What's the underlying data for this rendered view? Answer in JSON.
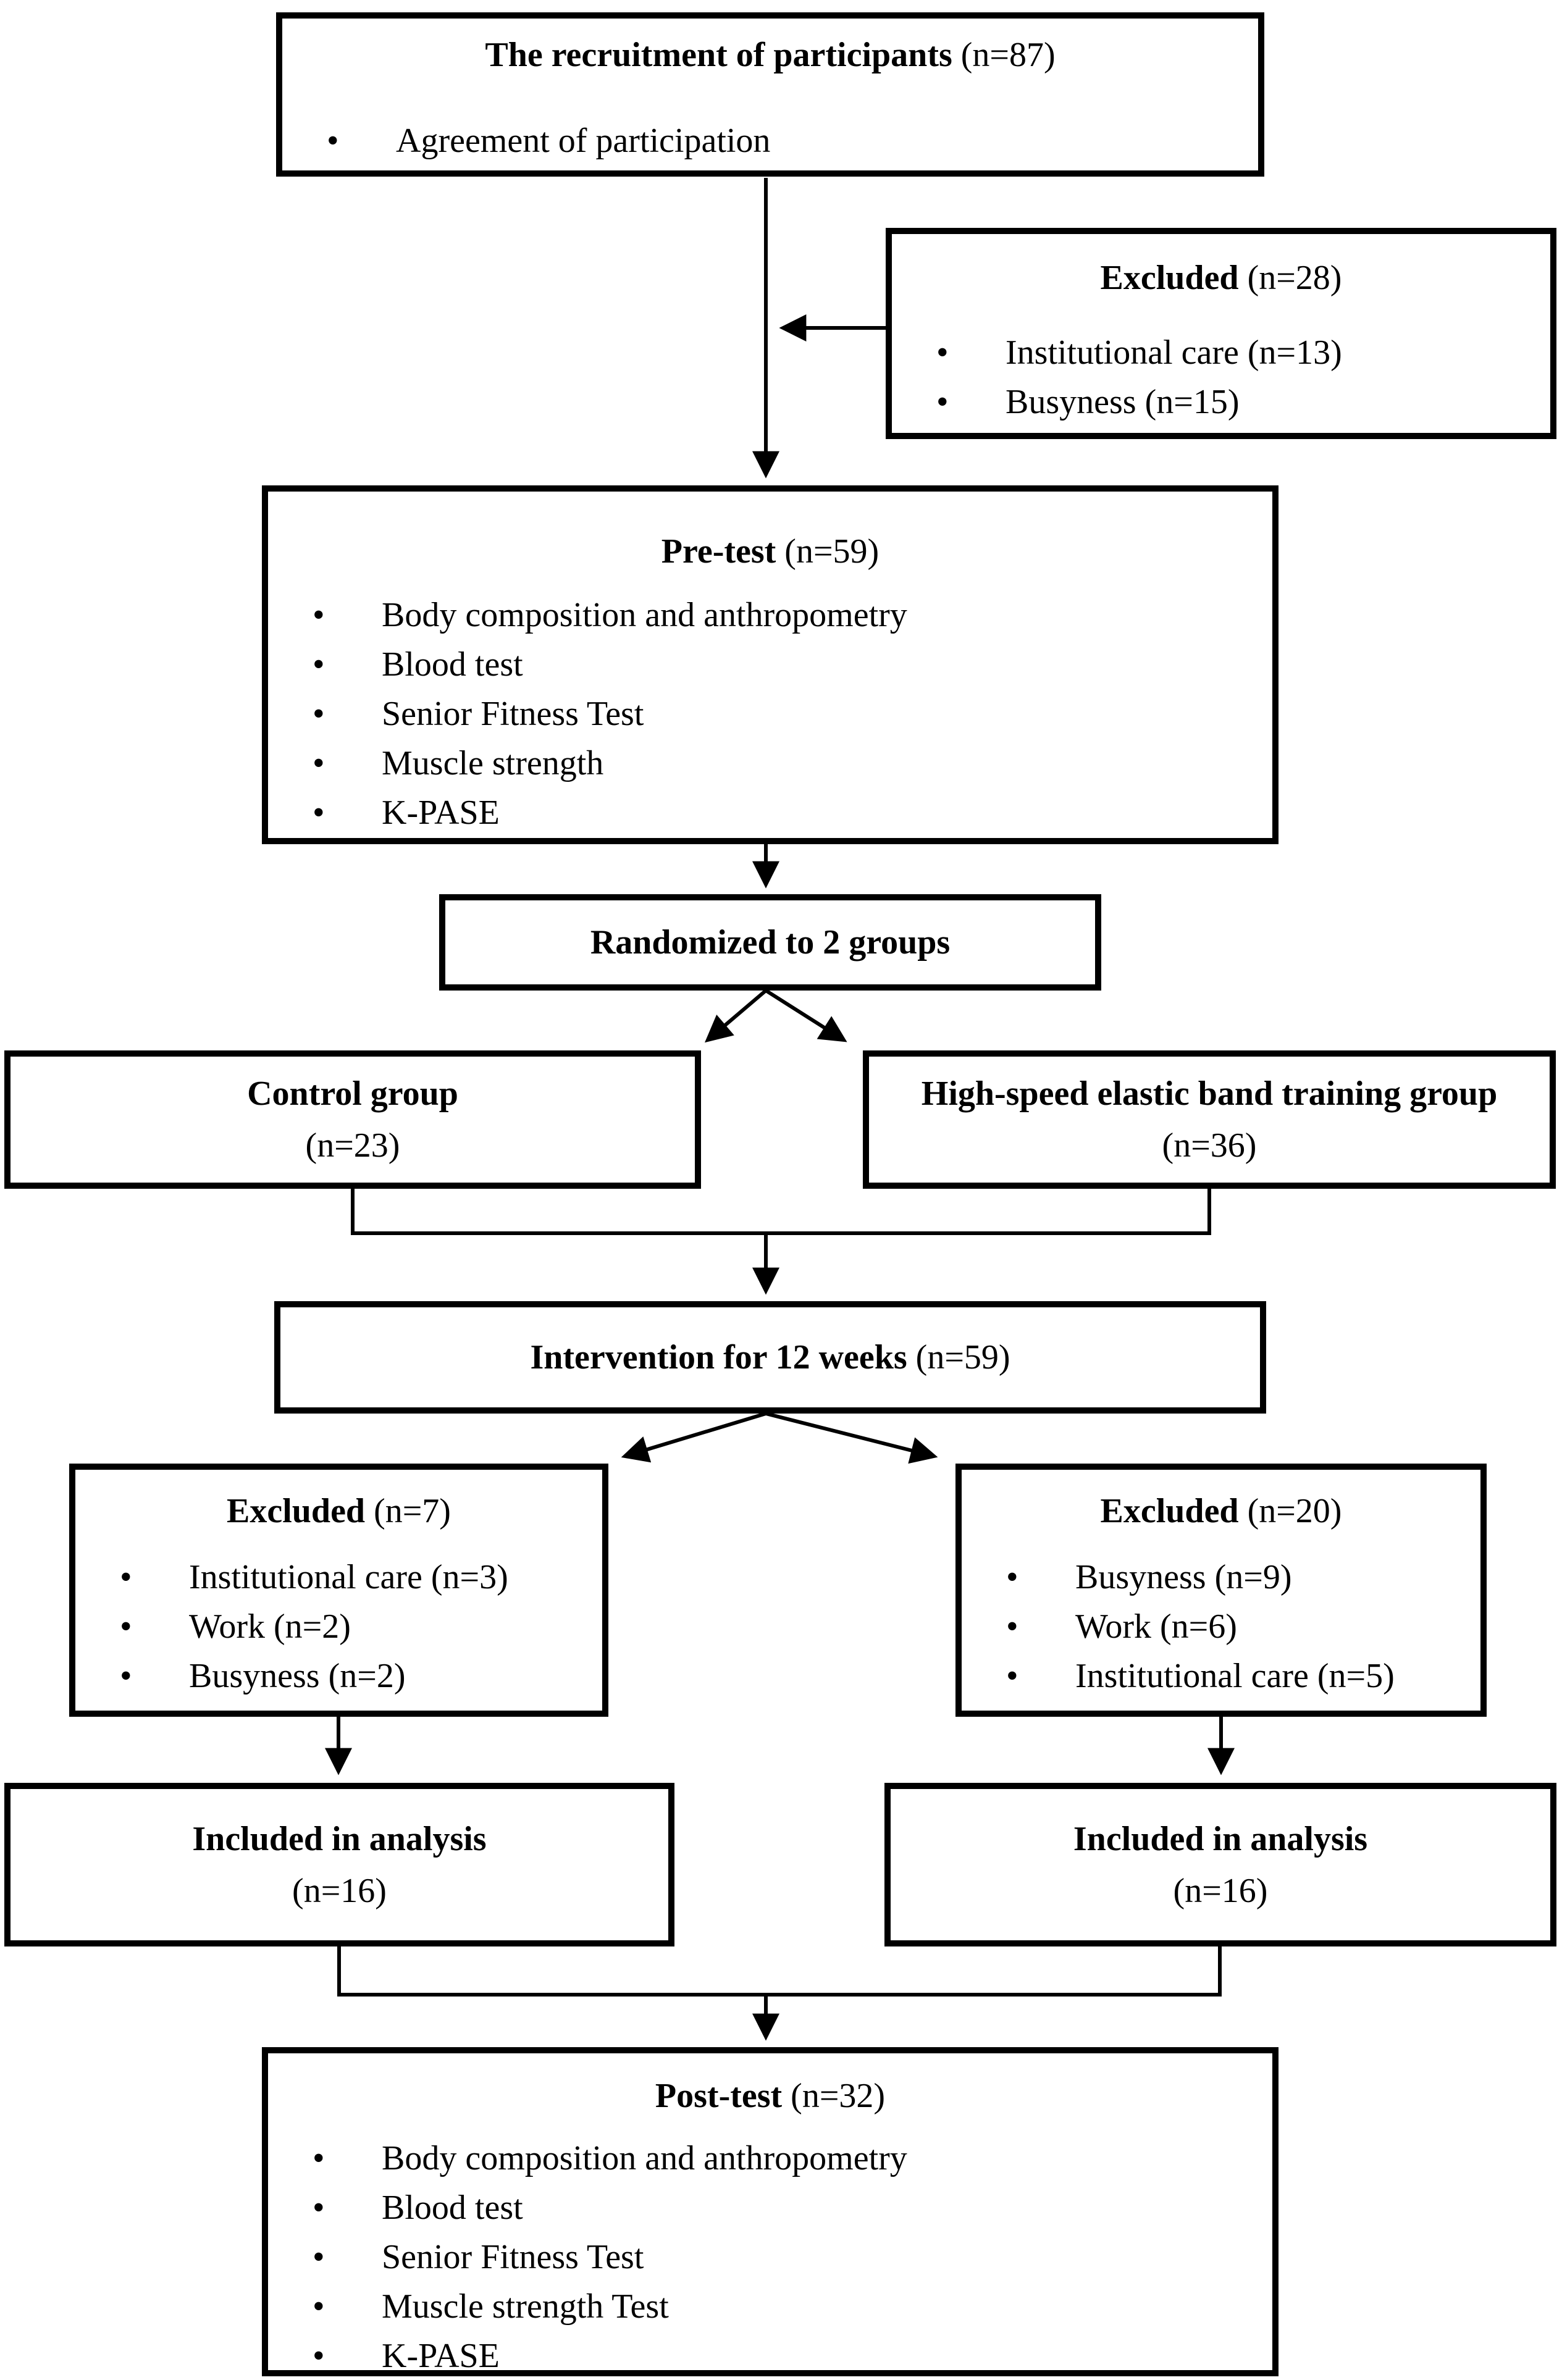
{
  "colors": {
    "line": "#000000",
    "background": "#ffffff",
    "text": "#000000"
  },
  "boxes": {
    "recruitment": {
      "title_bold": "The recruitment of participants",
      "title_rest": " (n=87)",
      "bullets": [
        "Agreement of participation"
      ]
    },
    "excluded_initial": {
      "title_bold": "Excluded",
      "title_rest": " (n=28)",
      "bullets": [
        "Institutional care (n=13)",
        "Busyness (n=15)"
      ]
    },
    "pretest": {
      "title_bold": "Pre-test",
      "title_rest": " (n=59)",
      "bullets": [
        "Body composition and anthropometry",
        "Blood test",
        "Senior Fitness Test",
        "Muscle strength",
        "K-PASE"
      ]
    },
    "randomized": {
      "title_bold": "Randomized to 2 groups",
      "title_rest": ""
    },
    "control": {
      "title_bold": "Control group",
      "subtitle": "(n=23)"
    },
    "highspeed": {
      "title_bold": "High-speed elastic band training group",
      "subtitle": "(n=36)"
    },
    "intervention": {
      "title_bold": "Intervention for 12 weeks",
      "title_rest": " (n=59)"
    },
    "excluded_control": {
      "title_bold": "Excluded",
      "title_rest": " (n=7)",
      "bullets": [
        "Institutional care (n=3)",
        "Work (n=2)",
        "Busyness (n=2)"
      ]
    },
    "excluded_training": {
      "title_bold": "Excluded",
      "title_rest": " (n=20)",
      "bullets": [
        "Busyness (n=9)",
        "Work (n=6)",
        "Institutional care (n=5)"
      ]
    },
    "included_control": {
      "title_bold": "Included in analysis",
      "subtitle": "(n=16)"
    },
    "included_training": {
      "title_bold": "Included in analysis",
      "subtitle": "(n=16)"
    },
    "posttest": {
      "title_bold": "Post-test",
      "title_rest": " (n=32)",
      "bullets": [
        "Body composition and anthropometry",
        "Blood test",
        "Senior Fitness Test",
        "Muscle strength Test",
        "K-PASE"
      ]
    }
  }
}
